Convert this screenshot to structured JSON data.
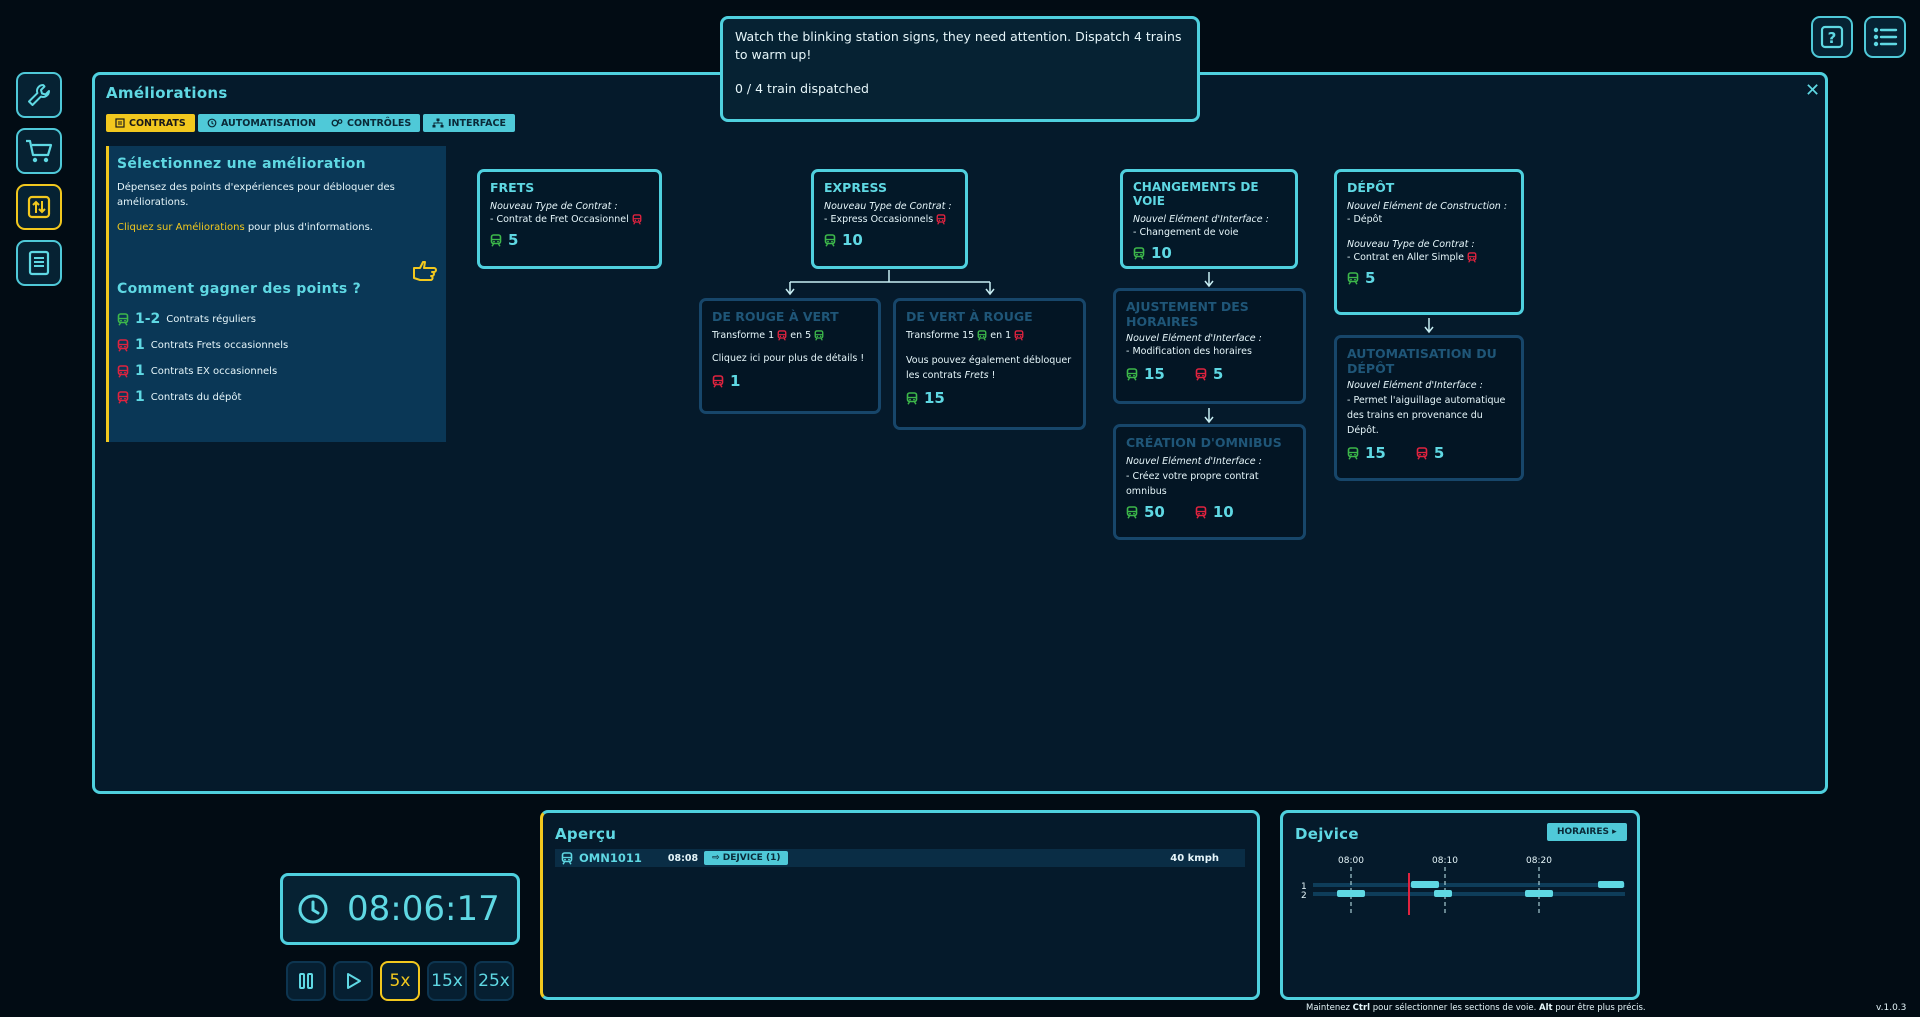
{
  "notification": {
    "message": "Watch the blinking station signs, they need attention. Dispatch 4 trains to warm up!",
    "progress": "0 / 4 train dispatched"
  },
  "upgrades": {
    "title": "Améliorations",
    "close": "✕",
    "tabs": [
      "Contrats",
      "Automatisation",
      "Contrôles",
      "Interface"
    ],
    "info": {
      "heading": "Sélectionnez une amélioration",
      "desc": "Dépensez des points d'expériences pour débloquer des améliorations.",
      "link": "Cliquez sur Améliorations",
      "link_rest": " pour plus d'informations.",
      "points_heading": "Comment gagner des points ?",
      "points": [
        {
          "value": "1-2",
          "label": "Contrats réguliers",
          "color": "green"
        },
        {
          "value": "1",
          "label": "Contrats Frets occasionnels",
          "color": "red"
        },
        {
          "value": "1",
          "label": "Contrats EX occasionnels",
          "color": "red"
        },
        {
          "value": "1",
          "label": "Contrats du dépôt",
          "color": "red"
        }
      ]
    },
    "cards": {
      "frets": {
        "title": "Frets",
        "subtitle": "Nouveau Type de Contrat :",
        "text": "- Contrat de Fret Occasionnel",
        "cost_green": "5"
      },
      "express": {
        "title": "Express",
        "subtitle": "Nouveau Type de Contrat :",
        "text": "- Express Occasionnels",
        "cost_green": "10"
      },
      "rouge_vert": {
        "title": "De rouge à vert",
        "text1_a": "Transforme 1",
        "text1_b": "en 5",
        "text2": "Cliquez ici pour plus de détails !",
        "cost_red": "1"
      },
      "vert_rouge": {
        "title": "De vert à rouge",
        "text1_a": "Transforme 15",
        "text1_b": "en 1",
        "text2_a": "Vous pouvez également débloquer les contrats ",
        "text2_em": "Frets",
        "text2_b": " !",
        "cost_green": "15"
      },
      "changements": {
        "title": "Changements de voie",
        "subtitle": "Nouvel Elément d'Interface :",
        "text": "- Changement de voie",
        "cost_green": "10"
      },
      "ajustement": {
        "title": "Ajustement des horaires",
        "subtitle": "Nouvel Elément d'Interface :",
        "text": "- Modification des horaires",
        "cost_green": "15",
        "cost_red": "5"
      },
      "omnibus": {
        "title": "Création d'omnibus",
        "subtitle": "Nouvel Elément d'Interface :",
        "text": "- Créez votre propre contrat omnibus",
        "cost_green": "50",
        "cost_red": "10"
      },
      "depot": {
        "title": "Dépôt",
        "subtitle": "Nouvel Elément de Construction :",
        "text": "- Dépôt",
        "subtitle2": "Nouveau Type de Contrat :",
        "text2": "- Contrat en Aller Simple",
        "cost_green": "5"
      },
      "auto": {
        "title": "Automatisation du dépôt",
        "subtitle": "Nouvel Elément d'Interface :",
        "text": "- Permet l'aiguillage automatique des trains en provenance du Dépôt.",
        "cost_green": "15",
        "cost_red": "5"
      }
    }
  },
  "clock": {
    "time": "08:06:17"
  },
  "speeds": [
    "5x",
    "15x",
    "25x"
  ],
  "overview": {
    "title": "Aperçu",
    "train": "OMN1011",
    "time": "08:08",
    "dest": "DEJVICE (1)",
    "speed": "40 kmph"
  },
  "station": {
    "title": "Dejvice",
    "button": "HORAIRES ▸",
    "times": [
      "08:00",
      "08:10",
      "08:20"
    ],
    "tracks": [
      "1",
      "2"
    ]
  },
  "footer": {
    "hint_a": "Maintenez ",
    "hint_ctrl": "Ctrl",
    "hint_b": " pour sélectionner les sections de voie. ",
    "hint_alt": "Alt",
    "hint_c": " pour être plus précis.",
    "version": "v.1.0.3"
  },
  "colors": {
    "accent": "#4fd0de",
    "yellow": "#f2c81e",
    "green": "#3db84a",
    "red": "#e0233f"
  }
}
